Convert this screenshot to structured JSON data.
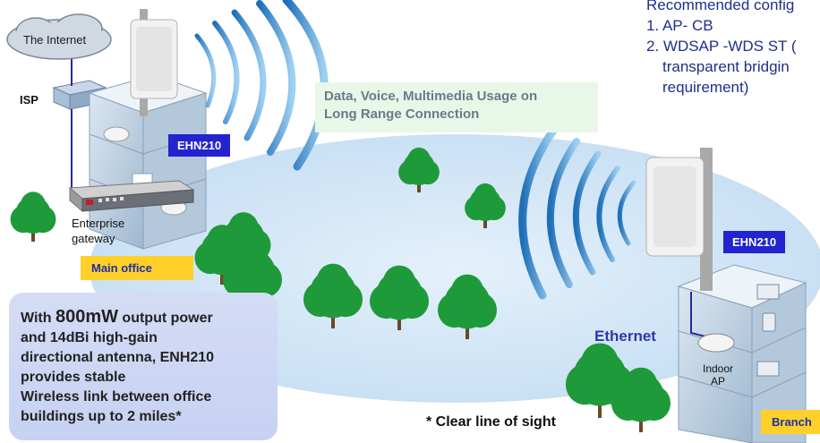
{
  "labels": {
    "internet": "The Internet",
    "isp": "ISP",
    "ehn210_main": "EHN210",
    "ehn210_branch": "EHN210",
    "gateway": "Enterprise gateway",
    "main_office": "Main office",
    "branch": "Branch",
    "usage_line1": "Data, Voice, Multimedia Usage on",
    "usage_line2": "Long Range Connection",
    "ethernet": "Ethernet",
    "indoor_ap": "Indoor AP",
    "clear_sight": "* Clear line of sight"
  },
  "recommended": {
    "title": "Recommended config",
    "items": [
      "1. AP- CB",
      "2. WDSAP -WDS ST (",
      "transparent bridgin",
      "requirement)"
    ]
  },
  "callout": {
    "lead": "With ",
    "power": "800mW",
    "rest1": " output power",
    "line2": "and 14dBi high-gain",
    "line3": "directional antenna,  ENH210",
    "line4": "provides stable",
    "line5": "Wireless link between office",
    "line6": "buildings up to 2 miles*"
  },
  "colors": {
    "ellipse": "#d6e8f8",
    "tag_blue": "#2323cf",
    "tag_yellow": "#ffd02a",
    "tree": "#1e9a3a",
    "building": "#b9cde0"
  }
}
